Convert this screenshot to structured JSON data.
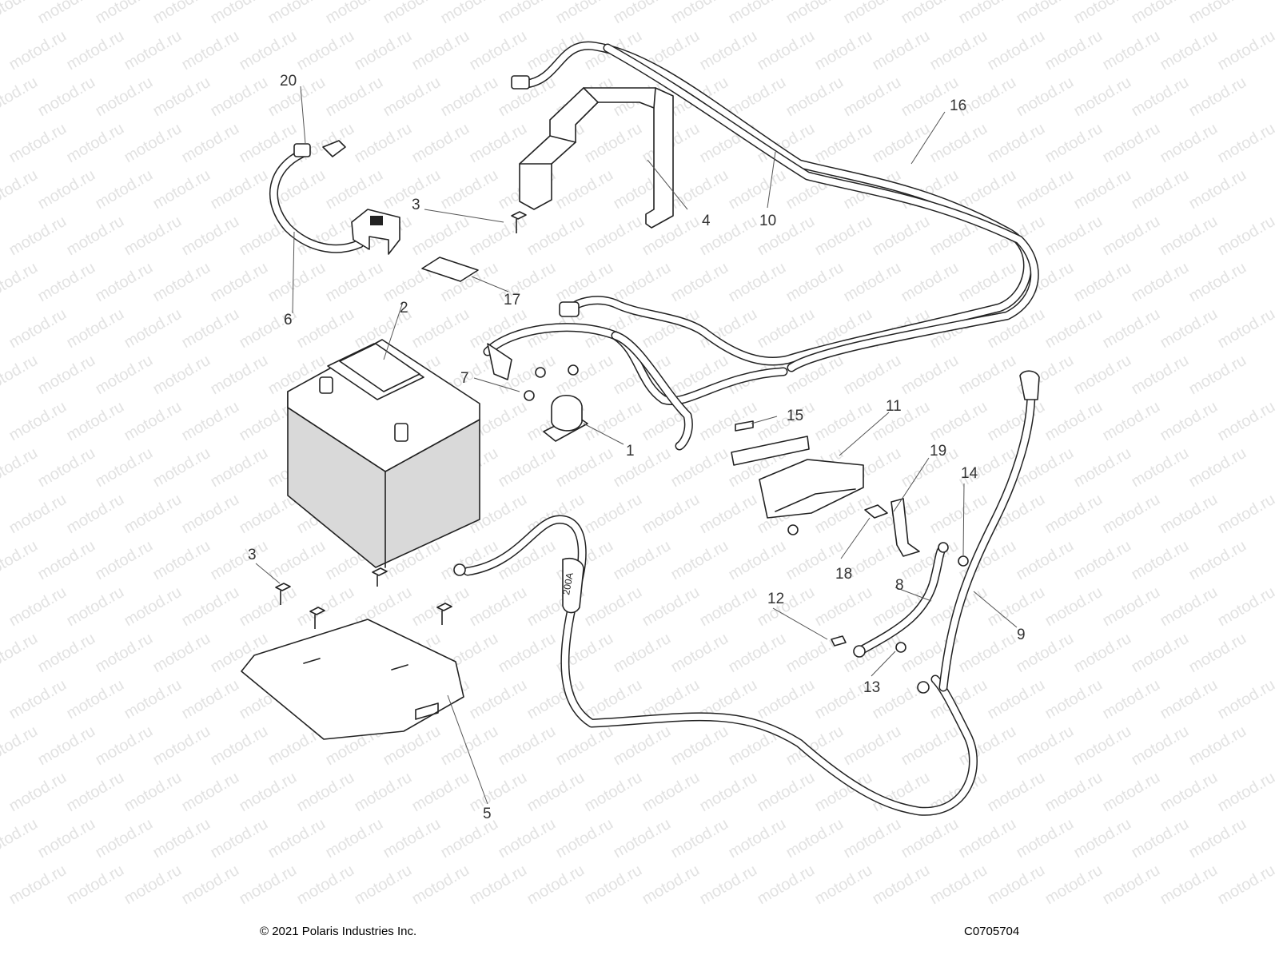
{
  "watermark": "motod.ru",
  "callouts": [
    "20",
    "3",
    "4",
    "10",
    "16",
    "6",
    "17",
    "2",
    "7",
    "15",
    "11",
    "1",
    "19",
    "14",
    "18",
    "12",
    "8",
    "9",
    "13",
    "3",
    "5"
  ],
  "fuse_label": "200A",
  "footer": {
    "copyright": "© 2021 Polaris Industries Inc.",
    "drawing_number": "C0705704"
  }
}
